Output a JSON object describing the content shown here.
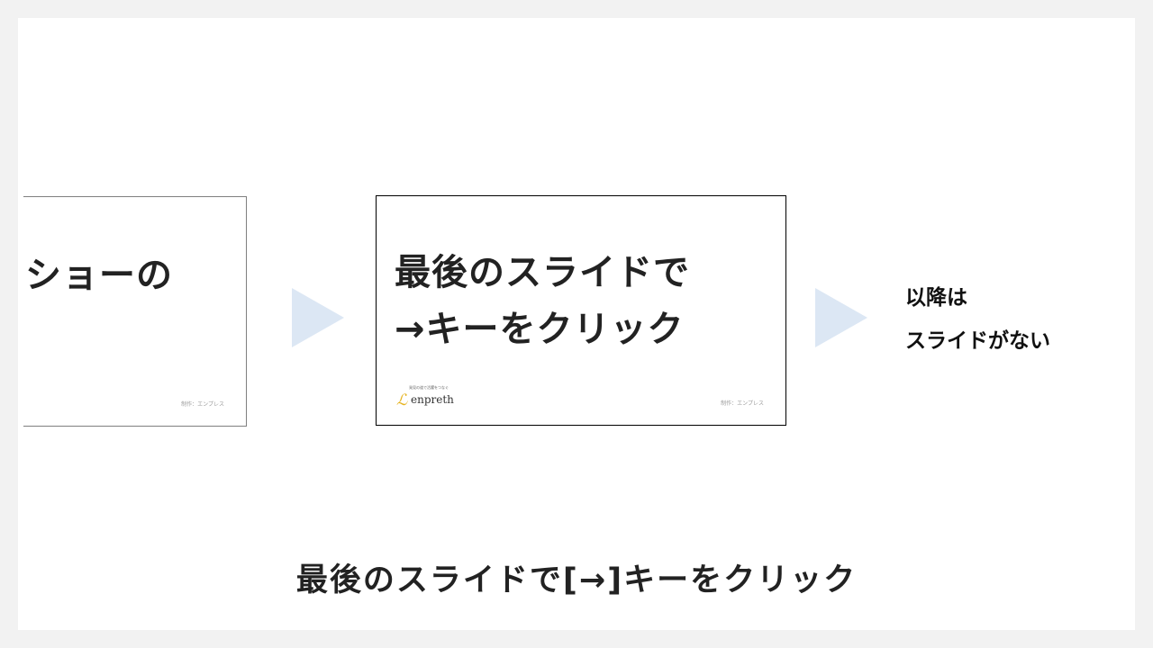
{
  "slide": {
    "background": "#ffffff",
    "previous_thumbnail": {
      "text": "ショーの",
      "credit": "制作：エンプレス"
    },
    "current_thumbnail": {
      "line1": "最後のスライドで",
      "line2": "→キーをクリック",
      "logo_tagline": "発見の道で活躍をつなぐ",
      "logo_word": "enpreth",
      "credit": "制作：エンプレス"
    },
    "arrow_color": "#dce7f4",
    "after_note": {
      "line1": "以降は",
      "line2": "スライドがない"
    },
    "caption": "最後のスライドで[→]キーをクリック"
  }
}
